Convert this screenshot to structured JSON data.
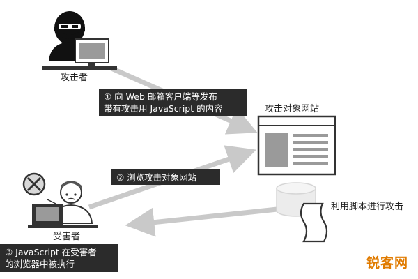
{
  "actors": {
    "attacker_label": "攻击者",
    "victim_label": "受害者"
  },
  "target": {
    "site_label": "攻击对象网站",
    "script_label": "利用脚本进行攻击"
  },
  "steps": {
    "step1_line1": "① 向 Web 邮箱客户端等发布",
    "step1_line2": "带有攻击用 JavaScript 的内容",
    "step2": "② 浏览攻击对象网站",
    "step3_line1": "③ JavaScript 在受害者",
    "step3_line2": "的浏览器中被执行"
  },
  "watermark": {
    "text": "锐客网"
  },
  "colors": {
    "arrow": "#c9c9c9",
    "box": "#2b2b2b",
    "outline": "#333333",
    "panel": "#9a9a9a",
    "watermark": "#e07b00",
    "cross": "#d8d8d8"
  },
  "icons": {
    "attacker": "hacker-at-computer-icon",
    "victim": "victim-at-computer-icon",
    "cross": "cross-mark-icon",
    "website": "website-window-icon",
    "database": "database-icon",
    "script": "script-scroll-icon"
  }
}
